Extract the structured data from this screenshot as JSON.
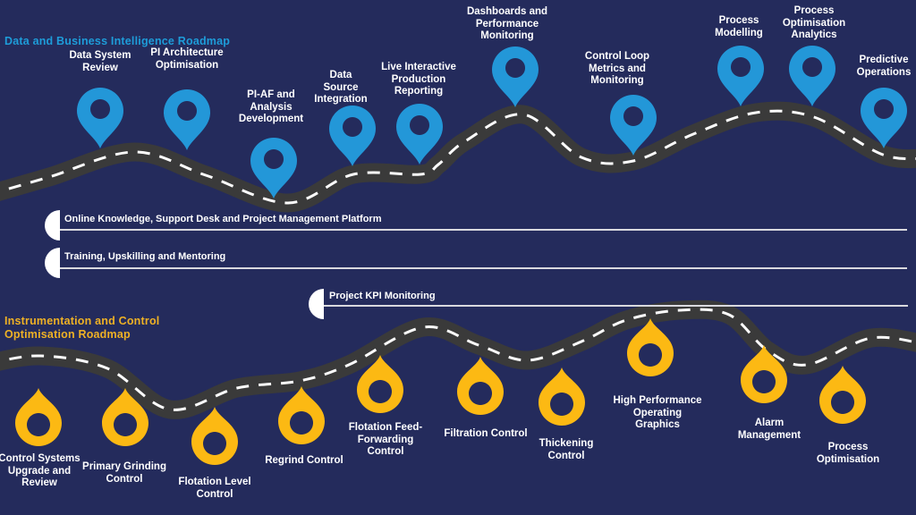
{
  "page": {
    "background": "#242B5C",
    "road_color": "#3A3A3A",
    "dash_color": "#FCFCFC"
  },
  "dbi_roadmap": {
    "title": "Data and Business Intelligence Roadmap",
    "title_color": "#1E9CD9",
    "pin_color": "#2397D8",
    "milestones": [
      {
        "label": "Data System\nReview"
      },
      {
        "label": "PI Architecture\nOptimisation"
      },
      {
        "label": "PI-AF and\nAnalysis\nDevelopment"
      },
      {
        "label": "Data\nSource\nIntegration"
      },
      {
        "label": "Live Interactive\nProduction\nReporting"
      },
      {
        "label": "Dashboards and\nPerformance\nMonitoring"
      },
      {
        "label": "Control Loop\nMetrics and\nMonitoring"
      },
      {
        "label": "Process\nModelling"
      },
      {
        "label": "Process\nOptimisation\nAnalytics"
      },
      {
        "label": "Predictive\nOperations"
      }
    ]
  },
  "timeline_bars": [
    {
      "label": "Online Knowledge, Support Desk and Project Management Platform"
    },
    {
      "label": "Training, Upskilling and Mentoring"
    },
    {
      "label": "Project KPI Monitoring"
    }
  ],
  "ico_roadmap": {
    "title": "Instrumentation and Control\nOptimisation Roadmap",
    "title_color": "#EEB125",
    "pin_color": "#FCB913",
    "milestones": [
      {
        "label": "Control Systems\nUpgrade and\nReview"
      },
      {
        "label": "Primary Grinding\nControl"
      },
      {
        "label": "Flotation Level\nControl"
      },
      {
        "label": "Regrind Control"
      },
      {
        "label": "Flotation Feed-\nForwarding\nControl"
      },
      {
        "label": "Filtration Control"
      },
      {
        "label": "Thickening\nControl"
      },
      {
        "label": "High Performance\nOperating\nGraphics"
      },
      {
        "label": "Alarm\nManagement"
      },
      {
        "label": "Process\nOptimisation"
      }
    ]
  }
}
